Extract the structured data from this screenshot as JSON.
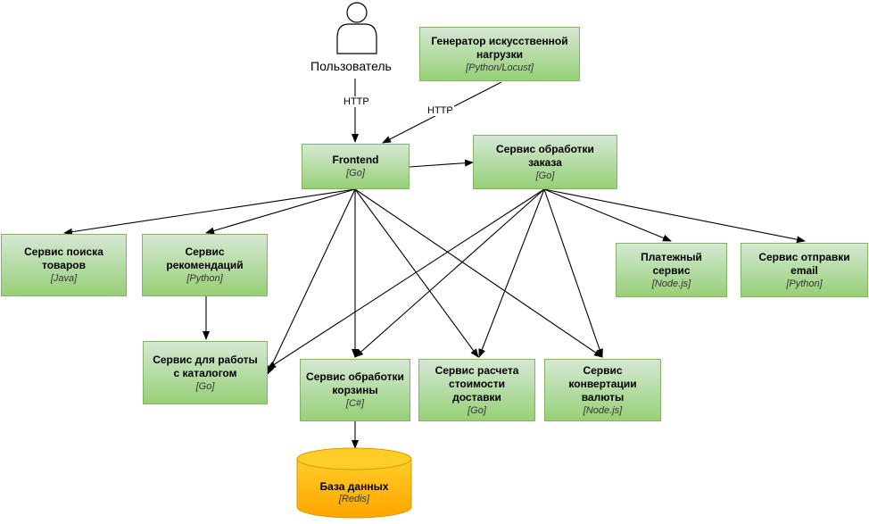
{
  "actor": {
    "label": "Пользователь"
  },
  "edge_labels": {
    "user_http": "HTTP",
    "loadgen_http": "HTTP"
  },
  "nodes": {
    "loadgen": {
      "title": "Генератор искусственной нагрузки",
      "tech": "[Python/Locust]"
    },
    "frontend": {
      "title": "Frontend",
      "tech": "[Go]"
    },
    "order": {
      "title": "Сервис обработки заказа",
      "tech": "[Go]"
    },
    "search": {
      "title": "Сервис поиска товаров",
      "tech": "[Java]"
    },
    "recommend": {
      "title": "Сервис рекомендаций",
      "tech": "[Python]"
    },
    "payment": {
      "title": "Платежный сервис",
      "tech": "[Node.js]"
    },
    "email": {
      "title": "Сервис отправки email",
      "tech": "[Python]"
    },
    "catalog": {
      "title": "Сервис для работы с каталогом",
      "tech": "[Go]"
    },
    "cart": {
      "title": "Сервис обработки корзины",
      "tech": "[C#]"
    },
    "shipping": {
      "title": "Сервис расчета стоимости доставки",
      "tech": "[Go]"
    },
    "currency": {
      "title": "Сервис конвертации валюты",
      "tech": "[Node.js]"
    },
    "db": {
      "title": "База данных",
      "tech": "[Redis]"
    }
  },
  "colors": {
    "box_fill_top": "#d5e8d4",
    "box_fill_bottom": "#97d077",
    "box_border": "#82b366",
    "db_fill": "#ffcd28",
    "db_border": "#d79b00",
    "edge": "#000000"
  }
}
